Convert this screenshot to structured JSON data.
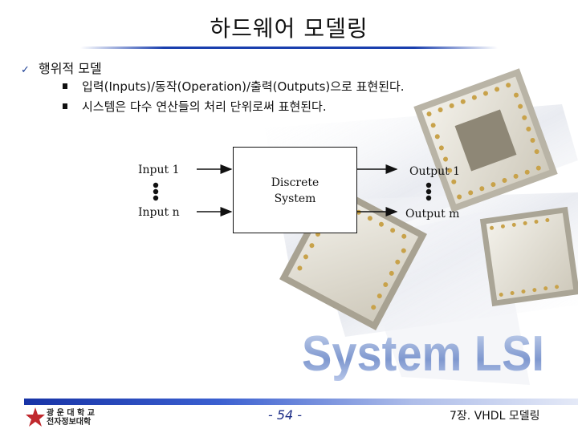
{
  "slide": {
    "title": "하드웨어 모델링"
  },
  "content": {
    "main_bullet": "행위적 모델",
    "sub_bullets": [
      "입력(Inputs)/동작(Operation)/출력(Outputs)으로 표현된다.",
      "시스템은 다수 연산들의 처리 단위로써 표현된다."
    ]
  },
  "diagram": {
    "system_label_line1": "Discrete",
    "system_label_line2": "System",
    "input_first": "Input 1",
    "input_last": "Input n",
    "output_first": "Output 1",
    "output_last": "Output m"
  },
  "background": {
    "logo_text": "System LSI"
  },
  "footer": {
    "university_line1": "광 운 대 학 교",
    "university_line2": "전자정보대학",
    "page_number": "- 54 -",
    "chapter": "7장. VHDL 모델링"
  },
  "colors": {
    "accent_blue": "#1a3fae",
    "page_number_blue": "#1b2c86"
  }
}
